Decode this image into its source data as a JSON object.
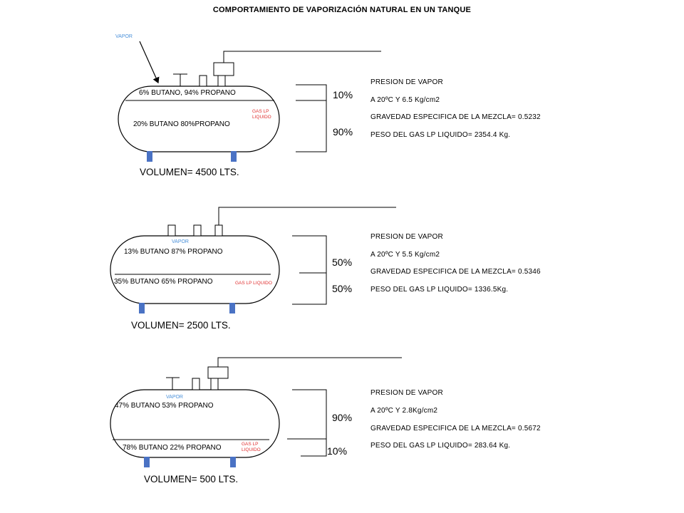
{
  "title": "COMPORTAMIENTO  DE VAPORIZACIÓN NATURAL EN UN TANQUE",
  "tanks": [
    {
      "vapor_label": "VAPOR",
      "vapor_composition": "6% BUTANO,  94% PROPANO",
      "liquid_composition": "20% BUTANO  80%PROPANO",
      "liquid_tag": "GAS LP\nLIQUIDO",
      "vapor_percent": "10%",
      "liquid_percent": "90%",
      "volume": "VOLUMEN= 4500 LTS.",
      "info": {
        "line1": "PRESION DE VAPOR",
        "line2": "A 20ºC Y 6.5 Kg/cm2",
        "line3": "GRAVEDAD ESPECIFICA  DE LA MEZCLA= 0.5232",
        "line4": "PESO DEL  GAS LP LIQUIDO= 2354.4 Kg."
      }
    },
    {
      "vapor_label": "VAPOR",
      "vapor_composition": "13% BUTANO 87% PROPANO",
      "liquid_composition": "35% BUTANO 65% PROPANO",
      "liquid_tag": "GAS LP  LIQUIDO",
      "vapor_percent": "50%",
      "liquid_percent": "50%",
      "volume": "VOLUMEN= 2500 LTS.",
      "info": {
        "line1": "PRESION DE VAPOR",
        "line2": "A 20ºC Y 5.5 Kg/cm2",
        "line3": "GRAVEDAD ESPECIFICA  DE LA MEZCLA= 0.5346",
        "line4": "PESO DEL  GAS LP LIQUIDO= 1336.5Kg."
      }
    },
    {
      "vapor_label": "VAPOR",
      "vapor_composition": "47% BUTANO 53% PROPANO",
      "liquid_composition": "78% BUTANO 22% PROPANO",
      "liquid_tag": "GAS LP\nLIQUIDO",
      "vapor_percent": "90%",
      "liquid_percent": "10%",
      "volume": "VOLUMEN= 500 LTS.",
      "info": {
        "line1": "PRESION DE VAPOR",
        "line2": "A 20ºC Y 2.8Kg/cm2",
        "line3": "GRAVEDAD ESPECIFICA  DE LA MEZCLA= 0.5672",
        "line4": "PESO DEL  GAS LP LIQUIDO= 283.64 Kg."
      }
    }
  ]
}
